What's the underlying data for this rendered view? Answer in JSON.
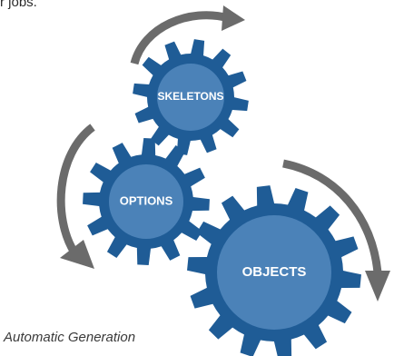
{
  "top_text": "r jobs.",
  "gears": {
    "skeletons": {
      "label": "SKELETONS"
    },
    "options": {
      "label": "OPTIONS"
    },
    "objects": {
      "label": "OBJECTS"
    }
  },
  "caption": "Automatic Generation",
  "colors": {
    "gear_outer": "#1f5c96",
    "gear_inner": "#4b82b8",
    "arrow": "#6b6b6b"
  }
}
